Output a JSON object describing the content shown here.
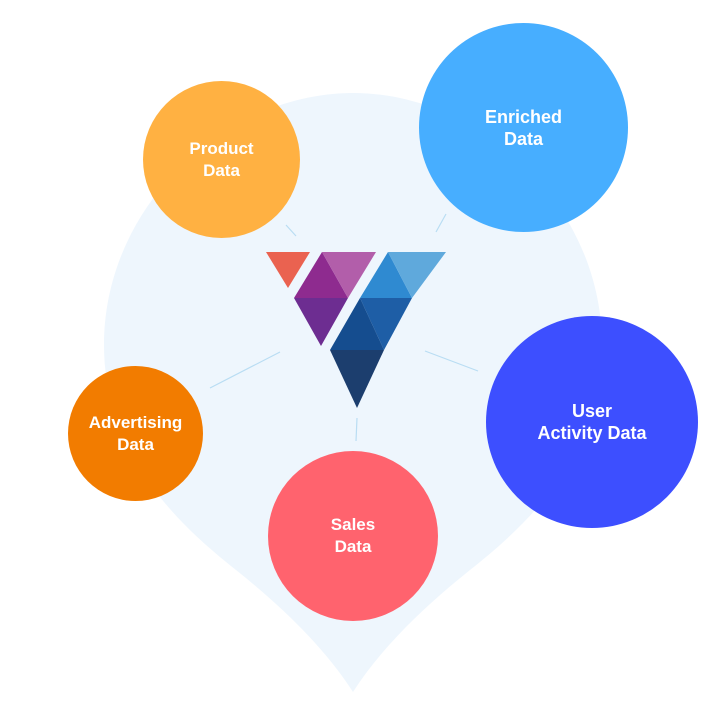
{
  "diagram": {
    "nodes": [
      {
        "id": "product",
        "label": "Product\nData",
        "color": "#FFB142"
      },
      {
        "id": "enriched",
        "label": "Enriched\nData",
        "color": "#47AEFF"
      },
      {
        "id": "user",
        "label": "User\nActivity Data",
        "color": "#3D4FFF"
      },
      {
        "id": "advertising",
        "label": "Advertising\nData",
        "color": "#F27C00"
      },
      {
        "id": "sales",
        "label": "Sales\nData",
        "color": "#FF636E"
      }
    ],
    "background_color": "#EEF6FD",
    "connector_color": "#B9DDF3",
    "logo": {
      "icon": "v-logo-icon",
      "colors": [
        "#EA6250",
        "#8E2B8F",
        "#B25EAA",
        "#6D2D91",
        "#2F8AD1",
        "#5FA9DC",
        "#1E5EA6",
        "#154D8F",
        "#1C3E6E"
      ]
    }
  }
}
